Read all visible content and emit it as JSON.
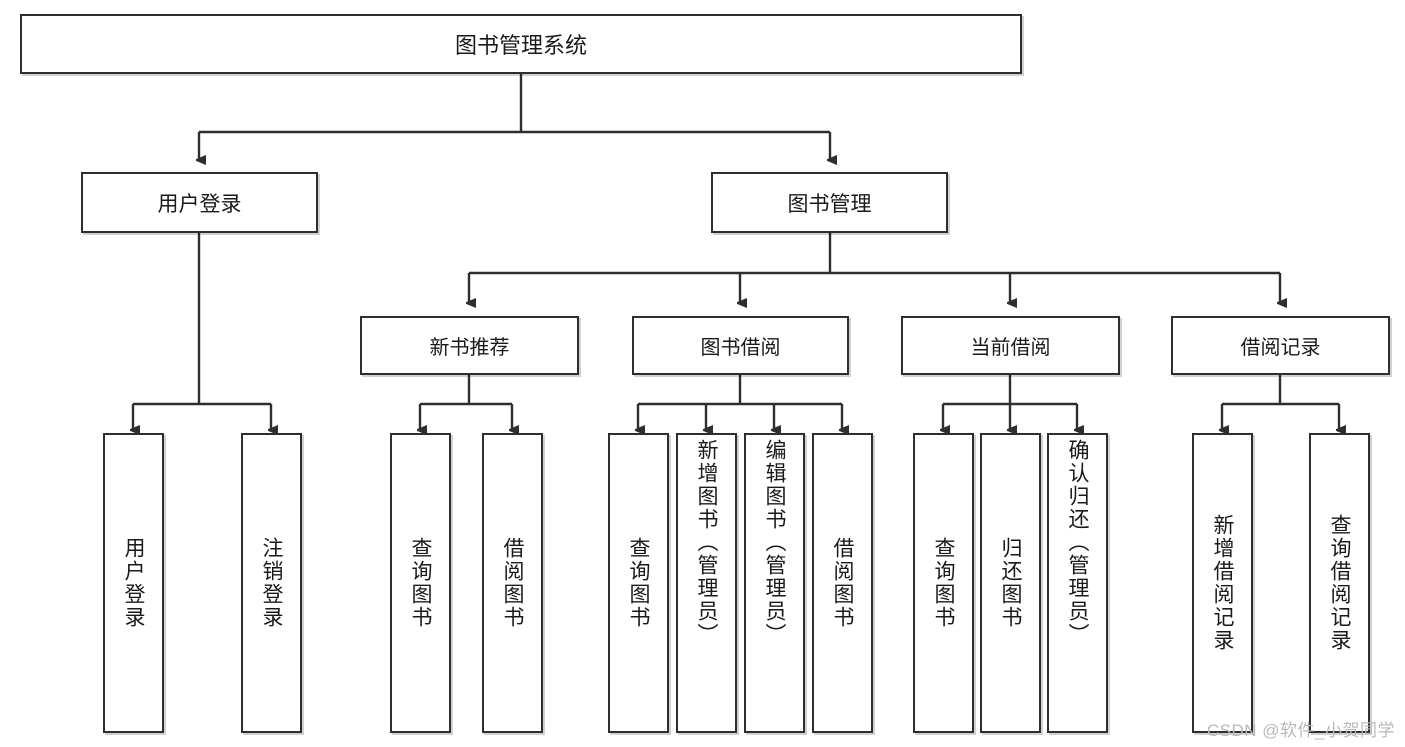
{
  "diagram": {
    "title": "图书管理系统",
    "type": "tree",
    "root": {
      "id": "root",
      "label": "图书管理系统"
    },
    "level1": [
      {
        "id": "user-login",
        "label": "用户登录"
      },
      {
        "id": "book-management",
        "label": "图书管理"
      }
    ],
    "level2": [
      {
        "id": "new-book-recommend",
        "label": "新书推荐",
        "parent": "book-management"
      },
      {
        "id": "book-borrow",
        "label": "图书借阅",
        "parent": "book-management"
      },
      {
        "id": "current-borrow",
        "label": "当前借阅",
        "parent": "book-management"
      },
      {
        "id": "borrow-record",
        "label": "借阅记录",
        "parent": "book-management"
      }
    ],
    "leaves": [
      {
        "id": "leaf-user-login",
        "label": "用户登录",
        "parent": "user-login"
      },
      {
        "id": "leaf-logout",
        "label": "注销登录",
        "parent": "user-login"
      },
      {
        "id": "leaf-query-book-1",
        "label": "查询图书",
        "parent": "new-book-recommend"
      },
      {
        "id": "leaf-borrow-book-1",
        "label": "借阅图书",
        "parent": "new-book-recommend"
      },
      {
        "id": "leaf-query-book-2",
        "label": "查询图书",
        "parent": "book-borrow"
      },
      {
        "id": "leaf-add-book",
        "label": "新增图书（管理员）",
        "parent": "book-borrow"
      },
      {
        "id": "leaf-edit-book",
        "label": "编辑图书（管理员）",
        "parent": "book-borrow"
      },
      {
        "id": "leaf-borrow-book-2",
        "label": "借阅图书",
        "parent": "book-borrow"
      },
      {
        "id": "leaf-query-book-3",
        "label": "查询图书",
        "parent": "current-borrow"
      },
      {
        "id": "leaf-return-book",
        "label": "归还图书",
        "parent": "current-borrow"
      },
      {
        "id": "leaf-confirm-return",
        "label": "确认归还（管理员）",
        "parent": "current-borrow"
      },
      {
        "id": "leaf-add-record",
        "label": "新增借阅记录",
        "parent": "borrow-record"
      },
      {
        "id": "leaf-query-record",
        "label": "查询借阅记录",
        "parent": "borrow-record"
      }
    ],
    "colors": {
      "box_border": "#2e2e2e",
      "box_fill": "#ffffff",
      "line": "#2e2e2e",
      "text": "#1a1a1a",
      "watermark": "#b9b9b9"
    }
  },
  "watermark": {
    "text": "CSDN @软件_小贺同学"
  }
}
